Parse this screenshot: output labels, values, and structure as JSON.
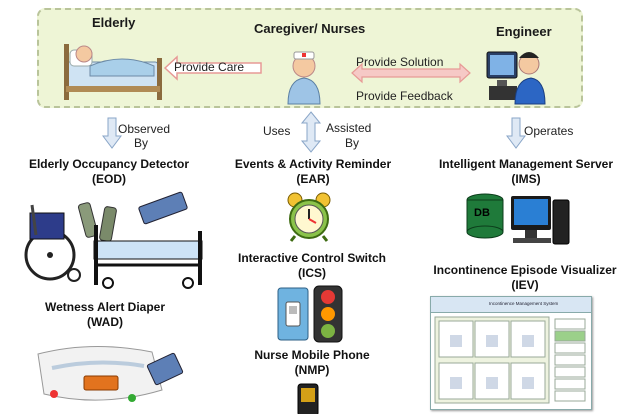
{
  "roles": {
    "elderly": "Elderly",
    "caregiver": "Caregiver/ Nurses",
    "engineer": "Engineer"
  },
  "relations": {
    "provide_care": "Provide Care",
    "provide_solution": "Provide Solution",
    "provide_feedback": "Provide Feedback",
    "observed_by_1": "Observed",
    "observed_by_2": "By",
    "uses": "Uses",
    "assisted_by_1": "Assisted",
    "assisted_by_2": "By",
    "operates": "Operates"
  },
  "components": {
    "eod_name": "Elderly Occupancy Detector",
    "eod_abbr": "(EOD)",
    "wad_name": "Wetness Alert Diaper",
    "wad_abbr": "(WAD)",
    "ear_name": "Events & Activity Reminder",
    "ear_abbr": "(EAR)",
    "ics_name": "Interactive Control Switch",
    "ics_abbr": "(ICS)",
    "nmp_name": "Nurse Mobile Phone",
    "nmp_abbr": "(NMP)",
    "ims_name": "Intelligent Management Server",
    "ims_abbr": "(IMS)",
    "iev_name": "Incontinence Episode Visualizer",
    "iev_abbr": "(IEV)"
  },
  "server_label": "DB",
  "iev_screen_title": "Incontinence Management System",
  "colors": {
    "top_panel": "#eef5d6",
    "arrow_fill": "#dfe9f5",
    "arrow_stroke": "#8aa6c8",
    "red_arrow": "#e79a96"
  }
}
